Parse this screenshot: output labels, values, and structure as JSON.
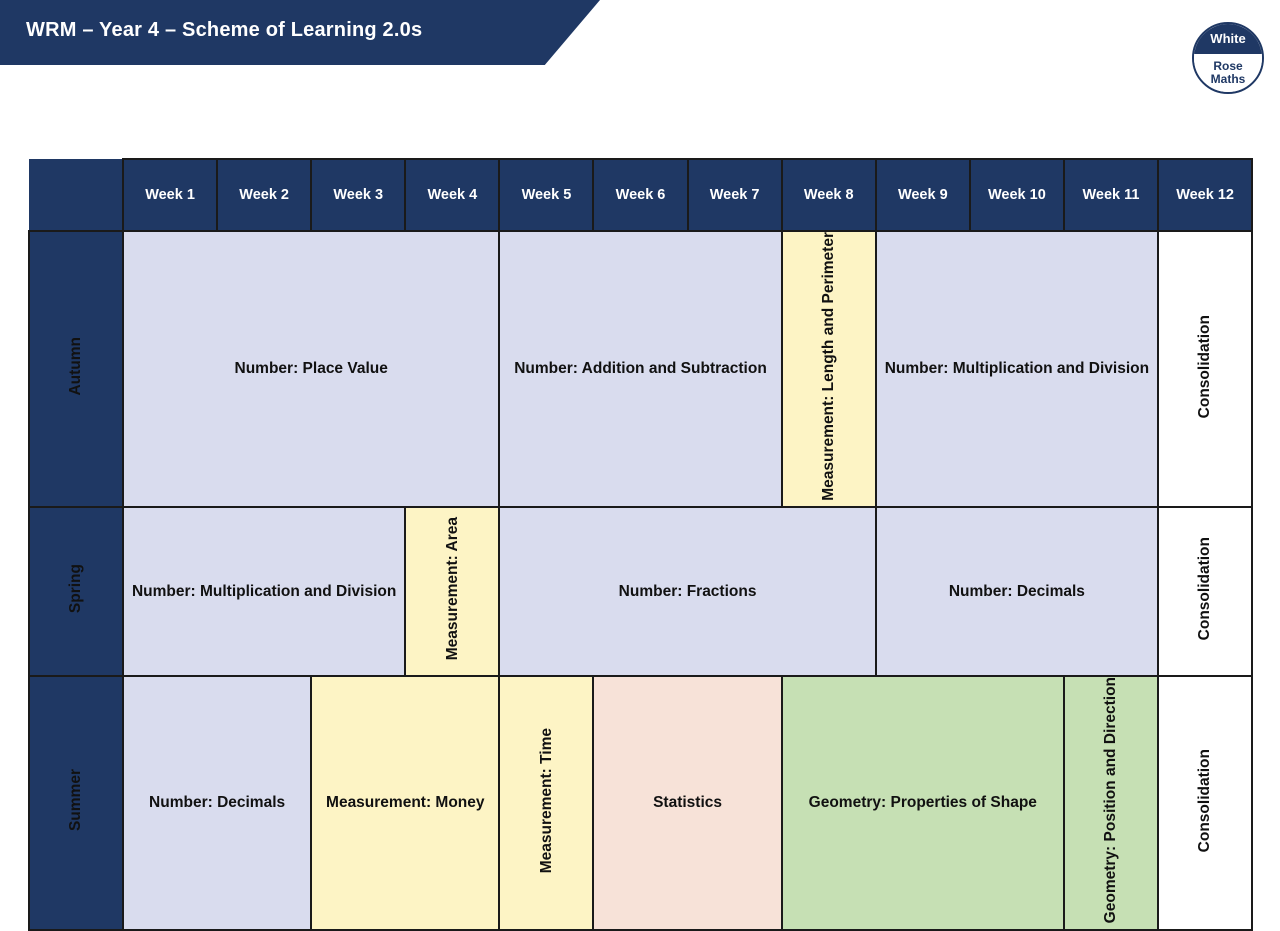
{
  "banner": {
    "title": "WRM – Year 4 – Scheme of Learning 2.0s",
    "background_color": "#1f3864"
  },
  "logo": {
    "name": "white-rose-maths-logo",
    "line1": "White",
    "line2": "Rose",
    "line3": "Maths",
    "navy": "#1f3864"
  },
  "table": {
    "corner_label": "",
    "week_headers": [
      "Week 1",
      "Week 2",
      "Week 3",
      "Week 4",
      "Week 5",
      "Week 6",
      "Week 7",
      "Week 8",
      "Week 9",
      "Week 10",
      "Week 11",
      "Week 12"
    ],
    "colors": {
      "number": "#d9dcee",
      "measurement": "#fdf4c5",
      "geometry": "#c6e0b4",
      "statistics": "#f7e2d8",
      "consolidation": "#ffffff",
      "header": "#1f3864"
    },
    "rows": [
      {
        "season": "Autumn",
        "blocks": [
          {
            "label": "Number: Place Value",
            "weeks": 4,
            "fill": "number",
            "orientation": "horizontal"
          },
          {
            "label": "Number: Addition and Subtraction",
            "weeks": 3,
            "fill": "number",
            "orientation": "horizontal"
          },
          {
            "label": "Measurement: Length and Perimeter",
            "weeks": 1,
            "fill": "measurement",
            "orientation": "vertical"
          },
          {
            "label": "Number: Multiplication and Division",
            "weeks": 3,
            "fill": "number",
            "orientation": "horizontal"
          },
          {
            "label": "Consolidation",
            "weeks": 1,
            "fill": "consolidation",
            "orientation": "vertical"
          }
        ]
      },
      {
        "season": "Spring",
        "blocks": [
          {
            "label": "Number: Multiplication and Division",
            "weeks": 3,
            "fill": "number",
            "orientation": "horizontal"
          },
          {
            "label": "Measurement: Area",
            "weeks": 1,
            "fill": "measurement",
            "orientation": "vertical"
          },
          {
            "label": "Number: Fractions",
            "weeks": 4,
            "fill": "number",
            "orientation": "horizontal"
          },
          {
            "label": "Number: Decimals",
            "weeks": 3,
            "fill": "number",
            "orientation": "horizontal"
          },
          {
            "label": "Consolidation",
            "weeks": 1,
            "fill": "consolidation",
            "orientation": "vertical"
          }
        ]
      },
      {
        "season": "Summer",
        "blocks": [
          {
            "label": "Number: Decimals",
            "weeks": 2,
            "fill": "number",
            "orientation": "horizontal"
          },
          {
            "label": "Measurement: Money",
            "weeks": 2,
            "fill": "measurement",
            "orientation": "horizontal"
          },
          {
            "label": "Measurement: Time",
            "weeks": 1,
            "fill": "measurement",
            "orientation": "vertical"
          },
          {
            "label": "Statistics",
            "weeks": 2,
            "fill": "statistics",
            "orientation": "horizontal"
          },
          {
            "label": "Geometry: Properties of Shape",
            "weeks": 3,
            "fill": "geometry",
            "orientation": "horizontal"
          },
          {
            "label": "Geometry: Position and Direction",
            "weeks": 1,
            "fill": "geometry",
            "orientation": "vertical"
          },
          {
            "label": "Consolidation",
            "weeks": 1,
            "fill": "consolidation",
            "orientation": "vertical"
          }
        ]
      }
    ]
  }
}
